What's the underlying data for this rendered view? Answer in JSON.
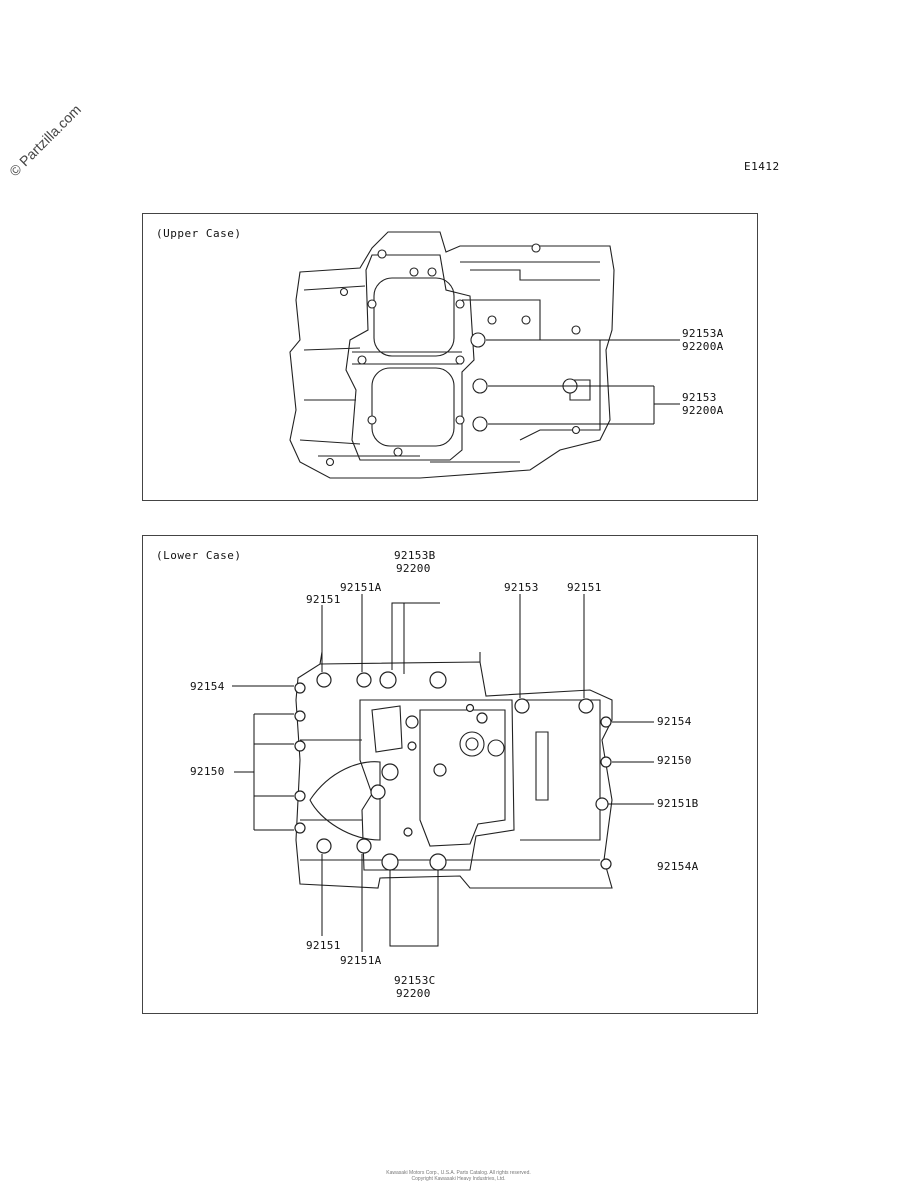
{
  "watermark": "© Partzilla.com",
  "figure_id": "E1412",
  "upper": {
    "title": "(Upper Case)",
    "labels": [
      "92153A",
      "92200A",
      "92153",
      "92200A"
    ]
  },
  "lower": {
    "title": "(Lower Case)",
    "labels": {
      "l92153B": "92153B",
      "l92200top": "92200",
      "l92151A_top": "92151A",
      "l92151_top": "92151",
      "l92153_top": "92153",
      "l92151_topright": "92151",
      "l92154_left": "92154",
      "l92154_right": "92154",
      "l92150_left": "92150",
      "l92150_right": "92150",
      "l92151B": "92151B",
      "l92154A": "92154A",
      "l92151_bottom": "92151",
      "l92151A_bottom": "92151A",
      "l92153C": "92153C",
      "l92200bottom": "92200"
    }
  },
  "footer": {
    "line1": "Kawasaki Motors Corp., U.S.A. Parts Catalog. All rights reserved.",
    "line2": "Copyright Kawasaki Heavy Industries, Ltd."
  }
}
